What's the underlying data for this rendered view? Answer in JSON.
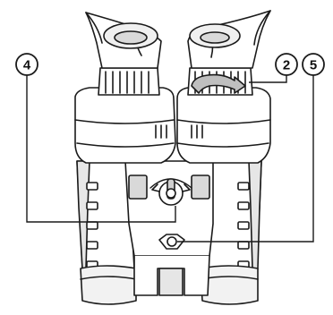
{
  "diagram": {
    "subject": "binoculars",
    "callouts": [
      {
        "id": "callout-4",
        "label": "4"
      },
      {
        "id": "callout-2",
        "label": "2"
      },
      {
        "id": "callout-5",
        "label": "5"
      }
    ],
    "colors": {
      "ink": "#1a1a1a",
      "body_light": "#ffffff",
      "shade": "#d9d9d9",
      "dark_shade": "#9a9a9a",
      "arrow_fill": "#bfbfbf"
    }
  }
}
